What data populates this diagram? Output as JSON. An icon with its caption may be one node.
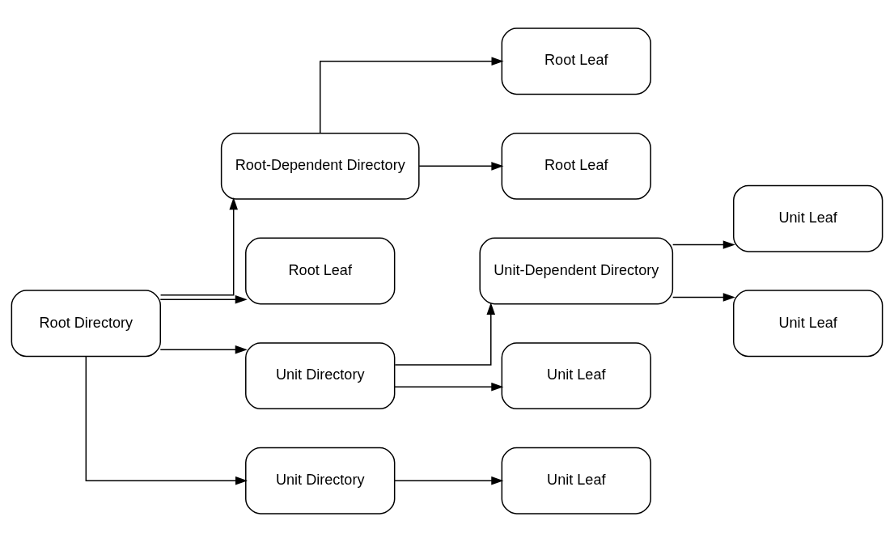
{
  "diagram": {
    "nodes": [
      {
        "text": [
          "Root Directory"
        ]
      },
      {
        "text": [
          "Root-Dependent Directory"
        ]
      },
      {
        "text": [
          "Root Leaf"
        ]
      },
      {
        "text": [
          "Unit Directory"
        ]
      },
      {
        "text": [
          "Unit Directory"
        ]
      },
      {
        "text": [
          "Root Leaf"
        ]
      },
      {
        "text": [
          "Root Leaf"
        ]
      },
      {
        "text": [
          "Unit-Dependent Directory"
        ]
      },
      {
        "text": [
          "Unit Leaf"
        ]
      },
      {
        "text": [
          "Unit Leaf"
        ]
      },
      {
        "text": [
          "Unit Leaf"
        ]
      },
      {
        "text": [
          "Unit Leaf"
        ]
      }
    ],
    "edges": [
      {
        "from": 0,
        "to": 1,
        "arrow": "to"
      },
      {
        "from": 0,
        "to": 2,
        "arrow": "to"
      },
      {
        "from": 0,
        "to": 3,
        "arrow": "to"
      },
      {
        "from": 0,
        "to": 4,
        "arrow": "to"
      },
      {
        "from": 1,
        "to": 5,
        "arrow": "to"
      },
      {
        "from": 1,
        "to": 6,
        "arrow": "to"
      },
      {
        "from": 3,
        "to": 7,
        "arrow": "to"
      },
      {
        "from": 3,
        "to": 8,
        "arrow": "to"
      },
      {
        "from": 4,
        "to": 9,
        "arrow": "to"
      },
      {
        "from": 7,
        "to": 10,
        "arrow": "to"
      },
      {
        "from": 7,
        "to": 11,
        "arrow": "to"
      }
    ]
  }
}
